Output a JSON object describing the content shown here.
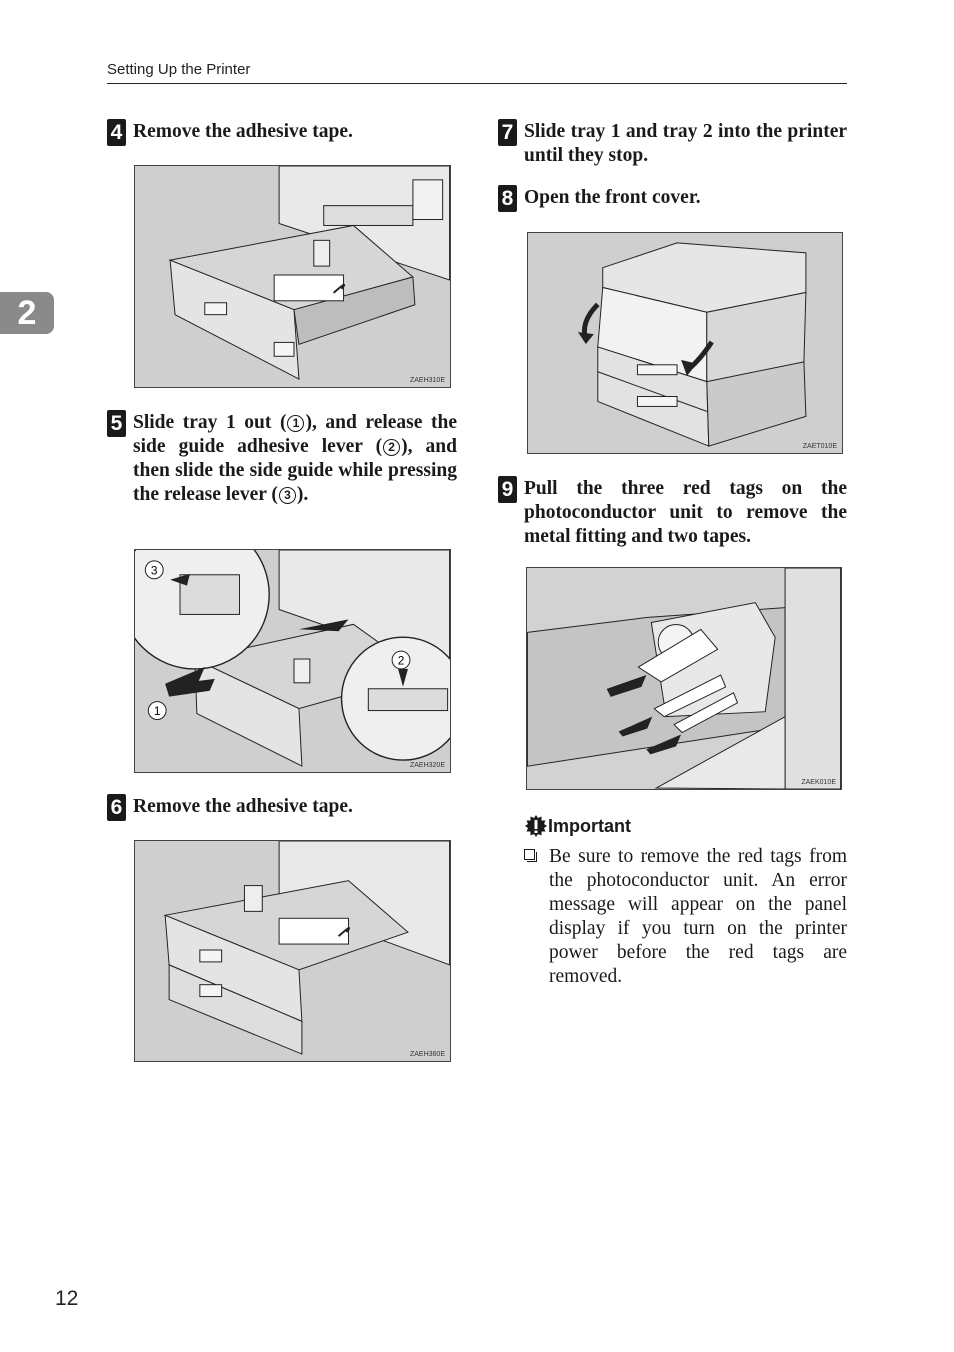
{
  "header": {
    "title": "Setting Up the Printer"
  },
  "chapter_tab": "2",
  "page_number": "12",
  "steps": [
    {
      "number": "4",
      "text": "Remove the adhesive tape."
    },
    {
      "number": "5",
      "parts": [
        "Slide tray 1 out (",
        "1",
        "), and release the side guide adhesive lever (",
        "2",
        "), and then slide the side guide while pressing the release lever (",
        "3",
        ")."
      ]
    },
    {
      "number": "6",
      "text": "Remove the adhesive tape."
    },
    {
      "number": "7",
      "text": "Slide tray 1 and tray 2 into the printer until they stop."
    },
    {
      "number": "8",
      "text": "Open the front cover."
    },
    {
      "number": "9",
      "text": "Pull the three red tags on the photoconductor unit to remove the metal fitting and two tapes."
    }
  ],
  "figures": [
    {
      "code": "ZAEH310E"
    },
    {
      "code": "ZAEH320E",
      "callouts": [
        "3",
        "2",
        "1"
      ]
    },
    {
      "code": "ZAEH360E"
    },
    {
      "code": "ZAET010E"
    },
    {
      "code": "ZAEK010E"
    }
  ],
  "important": {
    "title": "Important",
    "items": [
      "Be sure to remove the red tags from the photoconductor unit. An error message will appear on the panel display if you turn on the printer power before the red tags are removed."
    ]
  }
}
